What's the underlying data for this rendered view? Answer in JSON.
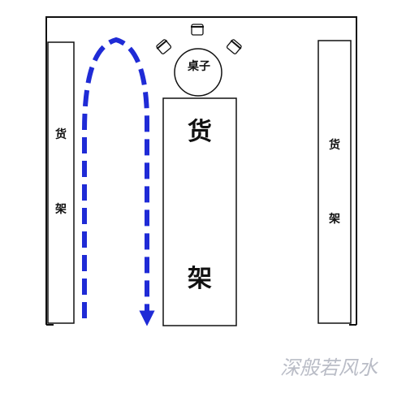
{
  "diagram": {
    "left_shelf": {
      "char1": "货",
      "char2": "架"
    },
    "center_shelf": {
      "char1": "货",
      "char2": "架"
    },
    "right_shelf": {
      "char1": "货",
      "char2": "架"
    },
    "table": {
      "label": "桌子"
    },
    "arrow_color": "#1f2bd6",
    "line_color": "#111111"
  },
  "watermark": {
    "text": "深般若风水"
  }
}
